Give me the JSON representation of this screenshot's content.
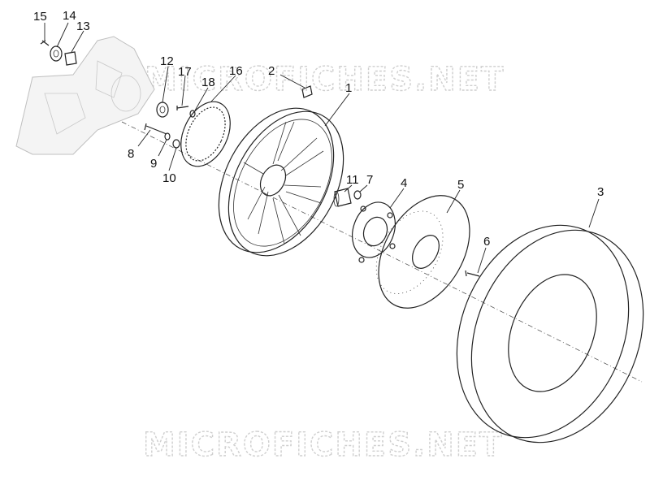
{
  "watermark": "MICROFICHES.NET",
  "callouts": [
    "15",
    "14",
    "13",
    "12",
    "17",
    "18",
    "16",
    "2",
    "1",
    "8",
    "9",
    "10",
    "11",
    "7",
    "4",
    "5",
    "3",
    "6"
  ],
  "colors": {
    "line": "#222222",
    "watermark": "#cfcfcf",
    "ghost_part": "#bfbfbf"
  }
}
